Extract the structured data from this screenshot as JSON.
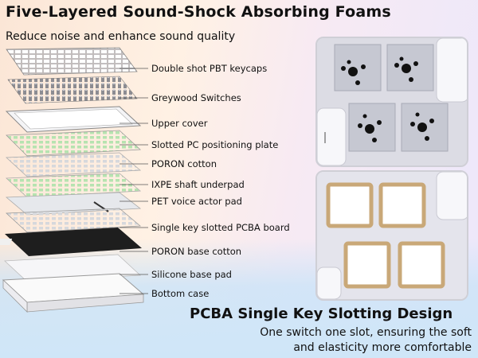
{
  "header": {
    "title": "Five-Layered Sound-Shock Absorbing Foams",
    "subtitle": "Reduce noise and enhance sound quality"
  },
  "layers": [
    {
      "label": "Double shot PBT keycaps"
    },
    {
      "label": "Greywood Switches"
    },
    {
      "label": "Upper cover"
    },
    {
      "label": "Slotted PC positioning plate"
    },
    {
      "label": "PORON cotton"
    },
    {
      "label": "IXPE shaft underpad"
    },
    {
      "label": "PET voice actor pad"
    },
    {
      "label": "Single key slotted PCBA board"
    },
    {
      "label": "PORON base cotton"
    },
    {
      "label": "Silicone base pad"
    },
    {
      "label": "Bottom case"
    }
  ],
  "feature": {
    "title": "PCBA Single Key Slotting Design",
    "line1": "One switch one slot, ensuring the soft",
    "line2": "and elasticity more comfortable"
  },
  "colors": {
    "accent_tan": "#c9a878",
    "black_foam": "#1e1e1e"
  }
}
